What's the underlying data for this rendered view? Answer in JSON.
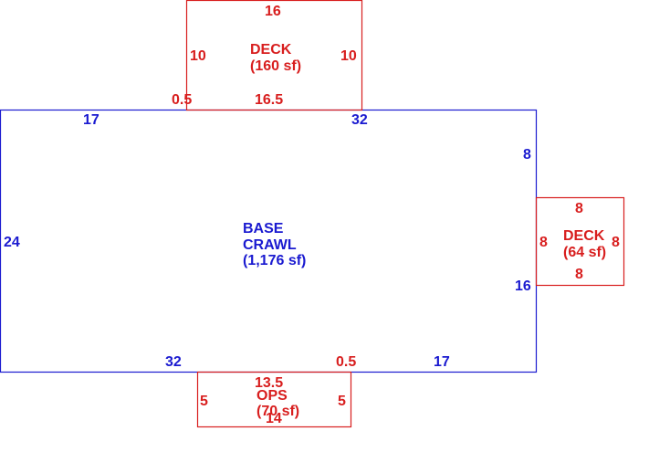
{
  "colors": {
    "base": "#1a1ad0",
    "addition": "#d81e1e",
    "background": "#ffffff"
  },
  "base": {
    "name_line1": "BASE",
    "name_line2": "CRAWL",
    "area": "(1,176 sf)",
    "dims": {
      "top_left": "17",
      "top_right": "32",
      "left": "24",
      "right_upper": "8",
      "right_lower": "16",
      "bottom_left": "32",
      "bottom_mid": "0.5",
      "bottom_right": "17"
    }
  },
  "deck_top": {
    "name": "DECK",
    "area": "(160 sf)",
    "dims": {
      "top": "16",
      "left": "10",
      "right": "10",
      "bottom_offset": "0.5",
      "bottom": "16.5"
    }
  },
  "deck_right": {
    "name": "DECK",
    "area": "(64 sf)",
    "dims": {
      "top": "8",
      "left": "8",
      "right": "8",
      "bottom": "8"
    }
  },
  "ops": {
    "name": "OPS",
    "area": "(70 sf)",
    "dims": {
      "top": "13.5",
      "left": "5",
      "right": "5",
      "bottom": "14"
    }
  }
}
